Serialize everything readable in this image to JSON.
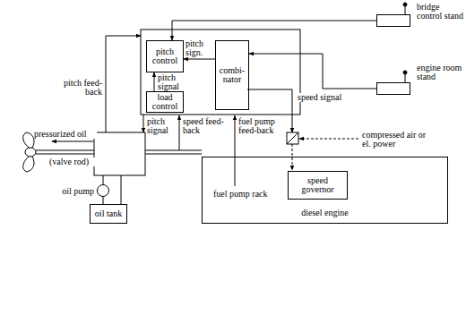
{
  "diagram": {
    "nodes": [
      {
        "text": [
          "pitch control"
        ]
      },
      {
        "text": [
          "load control"
        ]
      },
      {
        "text": [
          "combi­nator"
        ]
      },
      {
        "text": [
          "bridge control stand"
        ]
      },
      {
        "text": [
          "engine room stand"
        ]
      },
      {
        "text": [
          "oil pump"
        ]
      },
      {
        "text": [
          "oil tank"
        ]
      },
      {
        "text": [
          "diesel engine"
        ]
      },
      {
        "text": [
          "speed governor"
        ],
        "in": 7
      }
    ],
    "edges": [
      {
        "from": 3,
        "to": 0,
        "arrow": "to"
      },
      {
        "from": 4,
        "to": 2,
        "arrow": "to"
      },
      {
        "from": 2,
        "to": 0,
        "arrow": "to",
        "label": "pitch sign."
      },
      {
        "from": 1,
        "to": 0,
        "arrow": "to",
        "label": "pitch signal"
      },
      {
        "from": 5,
        "to": 6,
        "arrow": "none"
      }
    ],
    "labels": [
      "pitch feed-back",
      "pitch signal",
      "speed feed-back",
      "fuel pump feed-back",
      "speed signal",
      "compressed air or el. power",
      "fuel pump rack",
      "pressurized oil",
      "(valve rod)"
    ]
  }
}
